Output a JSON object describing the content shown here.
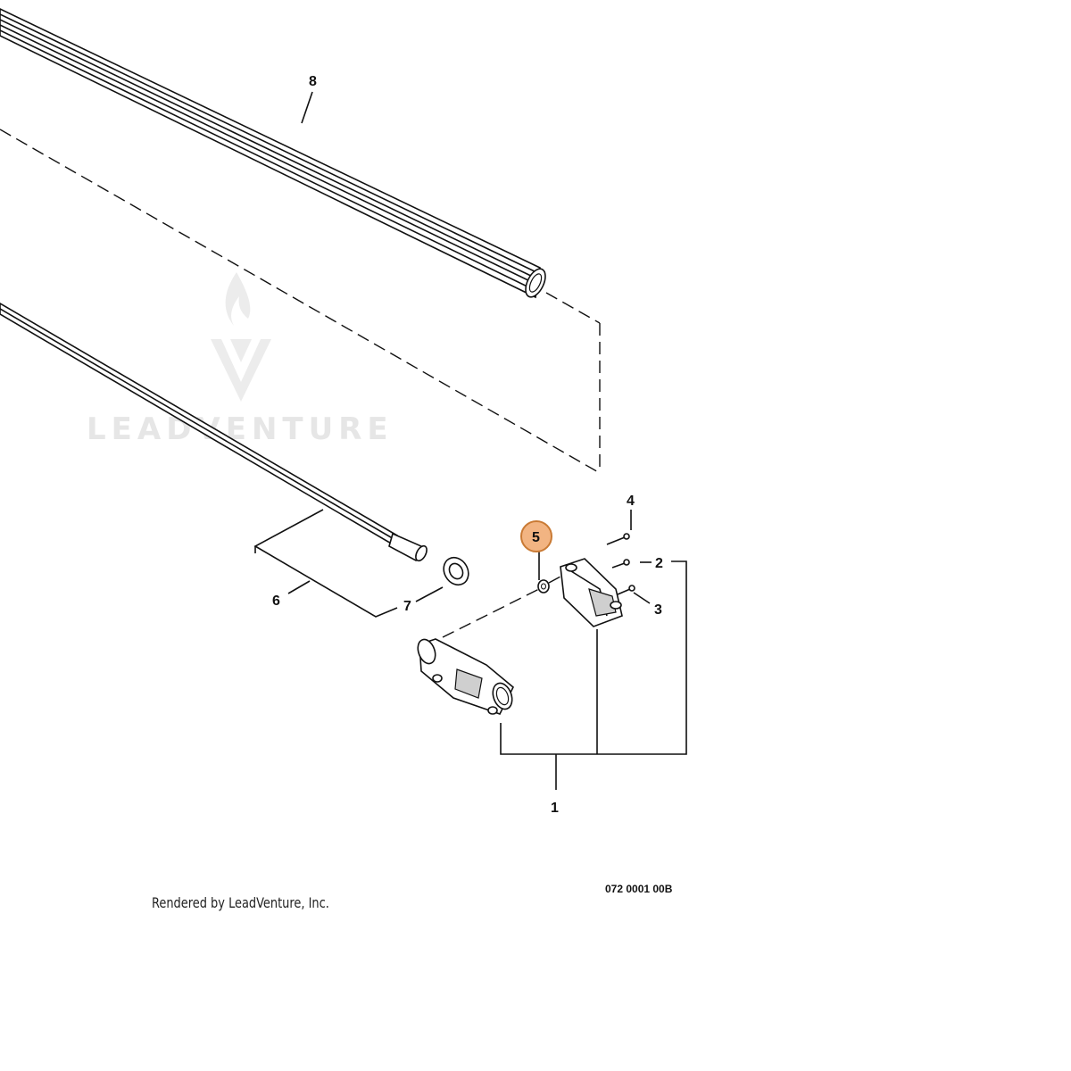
{
  "watermark": {
    "text": "LEADVENTURE"
  },
  "callouts": {
    "c1": "1",
    "c2": "2",
    "c3": "3",
    "c4": "4",
    "c5": "5",
    "c6": "6",
    "c7": "7",
    "c8": "8"
  },
  "highlight": {
    "label": "5",
    "color": "#f2b482"
  },
  "drawing_code": "072 0001 00B",
  "footer": {
    "rendered_by": "Rendered by LeadVenture, Inc."
  }
}
